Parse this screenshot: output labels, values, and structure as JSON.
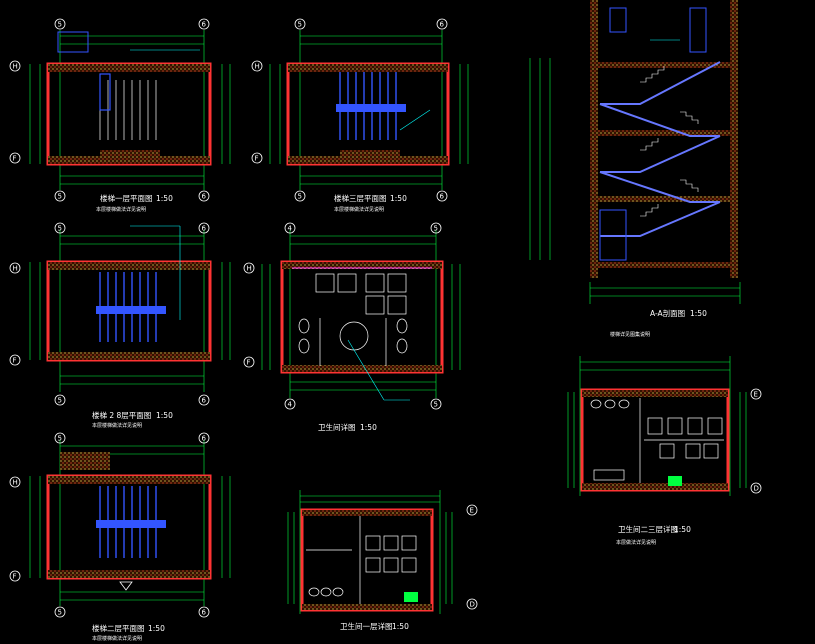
{
  "colors": {
    "background": "#000000",
    "dimension": "#00ff40",
    "wall": "#ff3333",
    "stair": "#3355ff",
    "hatch": "#ffff66",
    "fixture": "#ffffff",
    "axis_bubble": "#ffffff",
    "leader": "#00ffff",
    "accent_magenta": "#ff44ff"
  },
  "drawings": [
    {
      "title": "楼梯一层平面图",
      "scale": "1:50",
      "note": "本层楼梯做法详见说明",
      "axes_top": [
        "5",
        "6"
      ],
      "axes_side": [
        "H",
        "F"
      ]
    },
    {
      "title": "楼梯三层平面图",
      "scale": "1:50",
      "note": "本层楼梯做法详见说明",
      "axes_top": [
        "5",
        "6"
      ],
      "axes_side": [
        "H",
        "F"
      ]
    },
    {
      "title": "楼梯 2 8层平面图",
      "scale": "1:50",
      "note": "本层楼梯做法详见说明",
      "axes_top": [
        "5",
        "6"
      ],
      "axes_side": [
        "H",
        "F"
      ]
    },
    {
      "title": "卫生间详图",
      "scale": "1:50",
      "note": "",
      "axes_top": [
        "4",
        "5"
      ],
      "axes_side": [
        "H",
        "F"
      ]
    },
    {
      "title": "楼梯二层平面图",
      "scale": "1:50",
      "note": "本层楼梯做法详见说明",
      "axes_top": [
        "5",
        "6"
      ],
      "axes_side": [
        "H",
        "F"
      ]
    },
    {
      "title": "卫生间一层详图",
      "scale": "1:50",
      "note": "",
      "axes_top": [],
      "axes_side": [
        "E",
        "D"
      ]
    },
    {
      "title": "A-A剖面图",
      "scale": "1:50",
      "note": "楼梯详见图集说明",
      "axes_top": [],
      "axes_side": []
    },
    {
      "title": "卫生间二三层详图",
      "scale": "1:50",
      "note": "本层做法详见说明",
      "axes_top": [],
      "axes_side": [
        "E",
        "D"
      ]
    }
  ]
}
